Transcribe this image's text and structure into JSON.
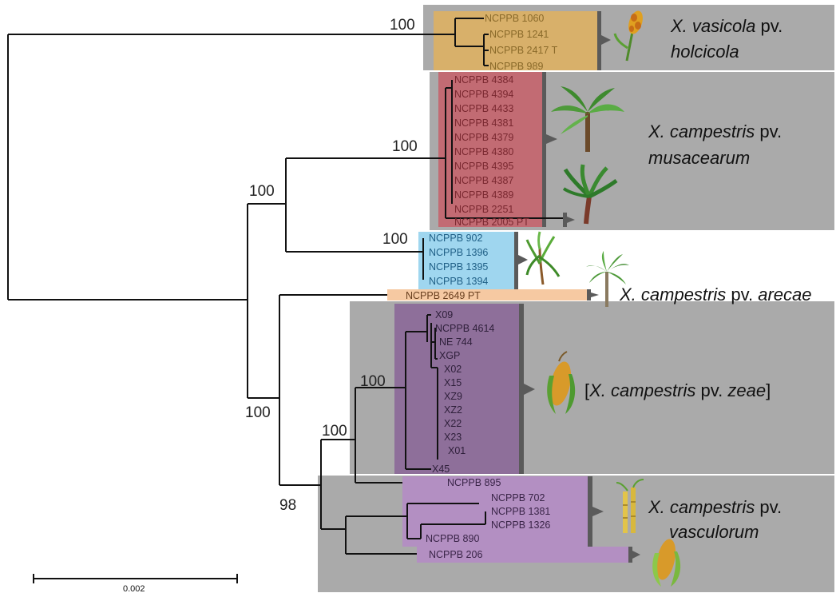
{
  "scale_bar": {
    "label": "0.002"
  },
  "bootstrap": [
    "100",
    "100",
    "100",
    "100",
    "100",
    "100",
    "100",
    "98"
  ],
  "groups": [
    {
      "id": "holcicola",
      "name_italic": "X. vasicola",
      "mid": " pv.",
      "line2_italic": "holcicola",
      "leaves": [
        "NCPPB 1060",
        "NCPPB 1241",
        "NCPPB 2417 T",
        "NCPPB 989"
      ],
      "color": "#d8b06a",
      "text_color": "#8a6a2a"
    },
    {
      "id": "musacearum",
      "name_italic": "X. campestris",
      "mid": " pv.",
      "line2_italic": "musacearum",
      "leaves": [
        "NCPPB 4384",
        "NCPPB 4394",
        "NCPPB 4433",
        "NCPPB 4381",
        "NCPPB 4379",
        "NCPPB 4380",
        "NCPPB 4395",
        "NCPPB 4387",
        "NCPPB 4389",
        "NCPPB 2251",
        "NCPPB 2005 PT"
      ],
      "color": "#c26b73",
      "text_color": "#7a2830"
    },
    {
      "id": "sugarcane_clade",
      "leaves": [
        "NCPPB 902",
        "NCPPB 1396",
        "NCPPB 1395",
        "NCPPB 1394"
      ],
      "color": "#9fd6ef",
      "text_color": "#1f5f86"
    },
    {
      "id": "arecae",
      "name_italic": "X. campestris",
      "mid": " pv. ",
      "suffix_italic": "arecae",
      "leaves": [
        "NCPPB 2649 PT"
      ],
      "color": "#f6c9a2",
      "text_color": "#6a4020"
    },
    {
      "id": "zeae",
      "prefix": "[",
      "name_italic": "X. campestris",
      "mid": " pv. ",
      "suffix_italic": "zeae",
      "suffix": "]",
      "leaves": [
        "X09",
        "NCPPB 4614",
        "NE 744",
        "XGP",
        "X02",
        "X15",
        "XZ9",
        "XZ2",
        "X22",
        "X23",
        "X01",
        "X45"
      ],
      "color": "#8e6f9a",
      "text_color": "#2e1f3a"
    },
    {
      "id": "vasculorum",
      "name_italic": "X. campestris",
      "mid": " pv.",
      "line2_italic": "vasculorum",
      "leaves": [
        "NCPPB 895",
        "NCPPB 702",
        "NCPPB 1381",
        "NCPPB 1326",
        "NCPPB 890",
        "NCPPB 206"
      ],
      "color": "#b38fc2",
      "text_color": "#3a2548"
    }
  ],
  "icons": [
    "sorghum-icon",
    "banana-icon",
    "enset-icon",
    "sugarcane-icon",
    "palm-icon",
    "maize-icon",
    "sugarcane-icon",
    "maize-icon"
  ],
  "colors": {
    "panel_grey": "#aaaaaa",
    "branch": "#111111"
  }
}
